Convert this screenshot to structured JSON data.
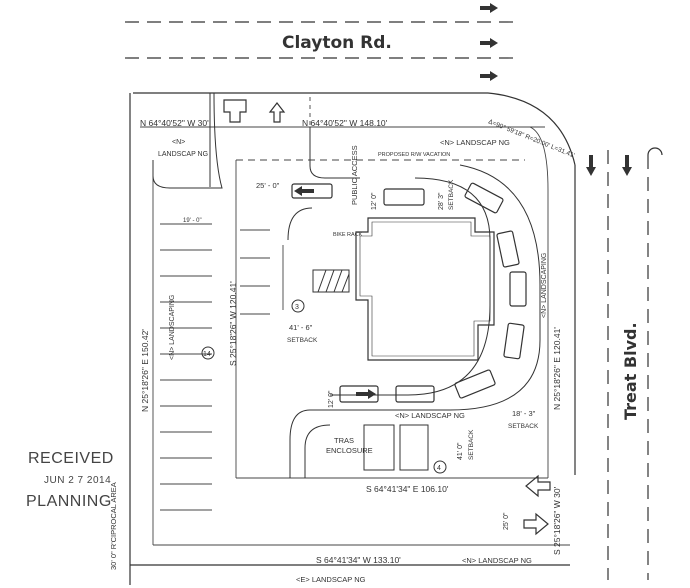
{
  "roads": {
    "north": "Clayton Rd.",
    "east": "Treat Blvd."
  },
  "bearings": {
    "north_segment_1": "N  64°40'52\"  W  30'",
    "north_segment_2": "N  64°40'52\"  W  148.10'",
    "curve": "Δ=90° 59'18\"  R=20.00'  L=31.41'",
    "west_line": "N  25°18'26\"  E  150.42'",
    "east_line": "N  25°18'26\"  E  120.41'",
    "inner_west_line": "S  25°18'26\"  W  120.41'",
    "south_inner": "S  64°41'34\"  E  106.10'",
    "south_outer": "S  64°41'34\"  W  133.10'",
    "east_lower": "S  25°18'26\"  W  30'"
  },
  "labels": {
    "landscaping_nw": "<N>",
    "landscaping_nw_2": "LANDSCAP NG",
    "landscaping_n": "<N>  LANDSCAP NG",
    "proposed_row": "PROPOSED R/W VACATION",
    "public_access": "PUBLIC ACCESS",
    "landscaping_e": "<N>  LANDSCAPING",
    "landscaping_w": "<N>  LANDSCAPING",
    "landscaping_s": "<N>  LANDSCAP NG",
    "landscaping_se": "<N>  LANDSCAP NG",
    "landscaping_bottom": "<E>  LANDSCAP NG",
    "trash_1": "TRAS",
    "trash_2": "ENCLOSURE",
    "bike_rack": "BIKE RACK",
    "reciprocal": "30' 0\"  R'CIPROCAL AREA",
    "dim_25": "25' - 0\"",
    "dim_12a": "12' 0\"",
    "dim_28": "28' 3\"",
    "dim_setback_1": "SETBACK",
    "dim_41_6": "41' - 6\"",
    "dim_setback_2": "SETBACK",
    "dim_12b": "12' 0\"",
    "dim_18": "18' - 3\"",
    "dim_setback_3": "SETBACK",
    "dim_41b": "41' 0\"",
    "dim_setback_4": "SETBACK",
    "dim_25b": "25' 0\"",
    "dim_19": "19' - 0\"",
    "stall_count_14": "14",
    "stall_count_3": "3",
    "stall_count_4": "4"
  },
  "stamp": {
    "received": "RECEIVED",
    "date": "JUN 2 7 2014",
    "planning": "PLANNING"
  }
}
